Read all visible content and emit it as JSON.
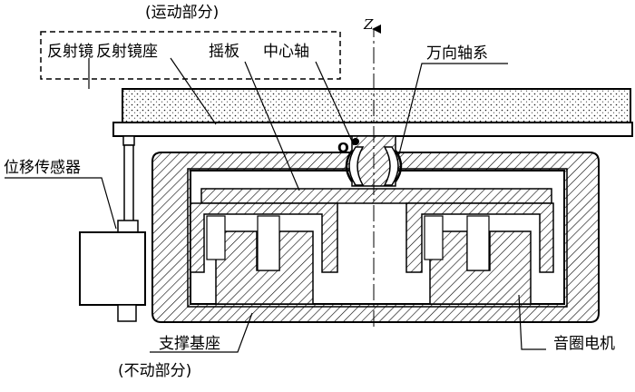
{
  "diagram": {
    "moving_part_caption": "(运动部分)",
    "fixed_part_caption": "(不动部分)",
    "labels": {
      "mirror": "反射镜",
      "mirror_mount": "反射镜座",
      "rocker": "摇板",
      "center_shaft": "中心轴",
      "gimbal": "万向轴系",
      "displacement_sensor": "位移传感器",
      "support_base": "支撑基座",
      "voice_coil_motor": "音圈电机",
      "z_axis": "Z",
      "origin": "O"
    }
  }
}
